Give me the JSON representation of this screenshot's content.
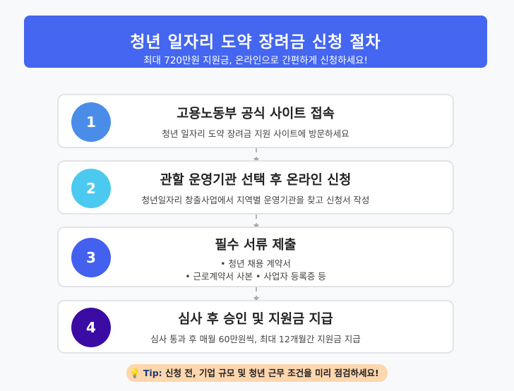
{
  "header": {
    "title": "청년 일자리 도약 장려금 신청 절차",
    "subtitle": "최대 720만원 지원금, 온라인으로 간편하게 신청하세요!"
  },
  "steps": [
    {
      "number": "1",
      "title": "고용노동부 공식 사이트 접속",
      "desc": "청년 일자리 도약 장려금 지원 사이트에 방문하세요",
      "color": "#4a8de9"
    },
    {
      "number": "2",
      "title": "관할 운영기관 선택 후 온라인 신청",
      "desc": "청년일자리 창출사업에서 지역별 운영기관을 찾고 신청서 작성",
      "color": "#4cc9f0"
    },
    {
      "number": "3",
      "title": "필수 서류 제출",
      "bullets": [
        "• 청년 채용 계약서",
        "• 근로계약서 사본 • 사업자 등록증 등"
      ],
      "color": "#4361ee"
    },
    {
      "number": "4",
      "title": "심사 후 승인 및 지원금 지급",
      "desc": "심사 통과 후 매월 60만원씩, 최대 12개월간 지원금 지급",
      "color": "#3a0ca3"
    }
  ],
  "tip": {
    "label": "Tip:",
    "text": "신청 전, 기업 규모 및 청년 근무 조건을 미리 점검하세요!",
    "icon": "lightbulb-icon"
  }
}
